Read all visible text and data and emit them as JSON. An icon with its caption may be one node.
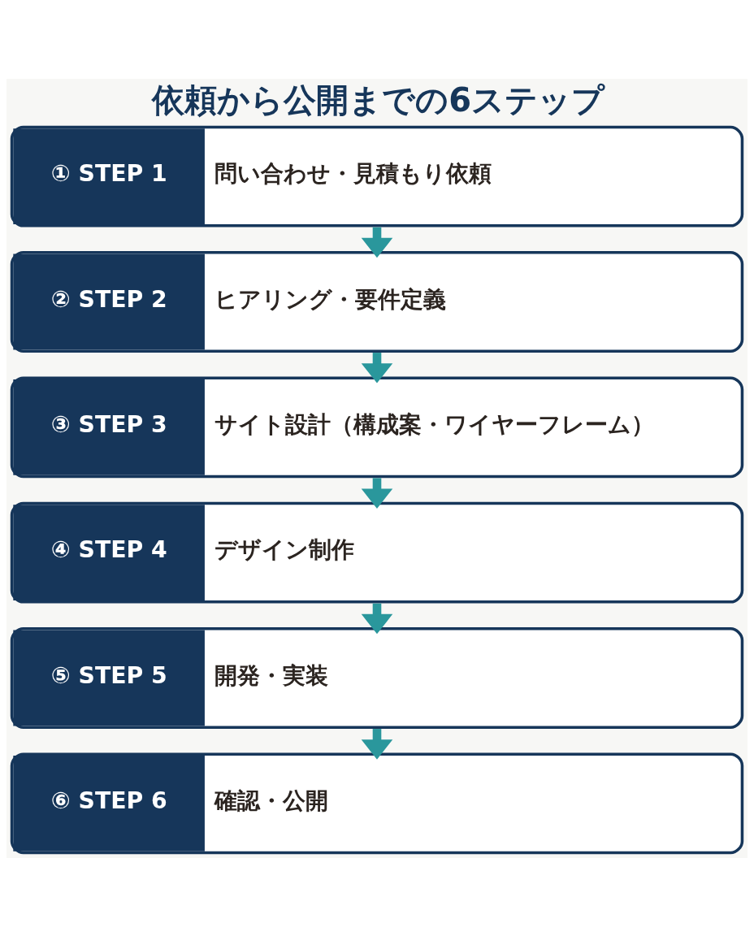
{
  "diagram": {
    "title": "依頼から公開までの6ステップ",
    "nodes": [
      {
        "text": [
          "① STEP 1",
          "問い合わせ・見積もり依頼"
        ]
      },
      {
        "text": [
          "② STEP 2",
          "ヒアリング・要件定義"
        ]
      },
      {
        "text": [
          "③ STEP 3",
          "サイト設計（構成案・ワイヤーフレーム）"
        ]
      },
      {
        "text": [
          "④ STEP 4",
          "デザイン制作"
        ]
      },
      {
        "text": [
          "⑤ STEP 5",
          "開発・実装"
        ]
      },
      {
        "text": [
          "⑥ STEP 6",
          "確認・公開"
        ]
      }
    ],
    "edges": [
      {
        "from": 0,
        "to": 1,
        "arrow": "to"
      },
      {
        "from": 1,
        "to": 2,
        "arrow": "to"
      },
      {
        "from": 2,
        "to": 3,
        "arrow": "to"
      },
      {
        "from": 3,
        "to": 4,
        "arrow": "to"
      },
      {
        "from": 4,
        "to": 5,
        "arrow": "to"
      }
    ]
  }
}
